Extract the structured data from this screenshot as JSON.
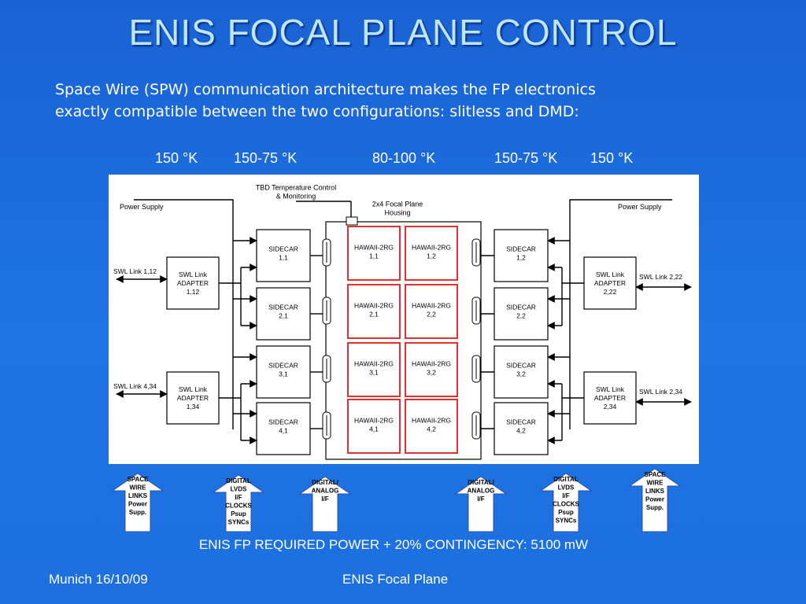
{
  "title": "ENIS FOCAL PLANE CONTROL",
  "intro": {
    "line1": "Space Wire (SPW) communication architecture makes the FP electronics",
    "line2": "exactly compatible between the two configurations: slitless and DMD:"
  },
  "temperatures": [
    "150 °K",
    "150-75 °K",
    "80-100 °K",
    "150-75 °K",
    "150 °K"
  ],
  "diagram": {
    "tbd_label": [
      "TBD Temperature Control",
      "& Monitoring"
    ],
    "housing_label": [
      "2x4 Focal Plane",
      "Housing"
    ],
    "power_supply_left": "Power Supply",
    "power_supply_right": "Power Supply",
    "sidecars_left": [
      [
        "SIDECAR",
        "1,1"
      ],
      [
        "SIDECAR",
        "2,1"
      ],
      [
        "SIDECAR",
        "3,1"
      ],
      [
        "SIDECAR",
        "4,1"
      ]
    ],
    "sidecars_right": [
      [
        "SIDECAR",
        "1,2"
      ],
      [
        "SIDECAR",
        "2,2"
      ],
      [
        "SIDECAR",
        "3,2"
      ],
      [
        "SIDECAR",
        "4,2"
      ]
    ],
    "hawaii": [
      [
        [
          "HAWAII-2RG",
          "1,1"
        ],
        [
          "HAWAII-2RG",
          "1,2"
        ]
      ],
      [
        [
          "HAWAII-2RG",
          "2,1"
        ],
        [
          "HAWAII-2RG",
          "2,2"
        ]
      ],
      [
        [
          "HAWAII-2RG",
          "3,1"
        ],
        [
          "HAWAII-2RG",
          "3,2"
        ]
      ],
      [
        [
          "HAWAII-2RG",
          "4,1"
        ],
        [
          "HAWAII-2RG",
          "4,2"
        ]
      ]
    ],
    "adapters": [
      {
        "lines": [
          "SWL Link",
          "ADAPTER",
          "1,12"
        ],
        "link": "SWL Link 1,12"
      },
      {
        "lines": [
          "SWL Link",
          "ADAPTER",
          "1,34"
        ],
        "link": "SWL Link 4,34"
      },
      {
        "lines": [
          "SWL Link",
          "ADAPTER",
          "2,22"
        ],
        "link": "SWL Link 2,22"
      },
      {
        "lines": [
          "SWL Link",
          "ADAPTER",
          "2,34"
        ],
        "link": "SWL Link 2,34"
      }
    ],
    "arrows": [
      [
        "SPACE",
        "WIRE",
        "LINKS",
        "Power",
        "Supp."
      ],
      [
        "DIGITAL",
        "LVDS",
        "I/F",
        "CLOCKS",
        "Psup",
        "SYNCs"
      ],
      [
        "DIGITAL/",
        "ANALOG",
        "I/F"
      ],
      [
        "DIGITAL/",
        "ANALOG",
        "I/F"
      ],
      [
        "DIGITAL",
        "LVDS",
        "I/F",
        "CLOCKS",
        "Psup",
        "SYNCs"
      ],
      [
        "SPACE",
        "WIRE",
        "LINKS",
        "Power",
        "Supp."
      ]
    ]
  },
  "power_note": "ENIS FP REQUIRED POWER + 20% CONTINGENCY: 5100 mW",
  "footer": {
    "left": "Munich 16/10/09",
    "center": "ENIS Focal Plane"
  }
}
